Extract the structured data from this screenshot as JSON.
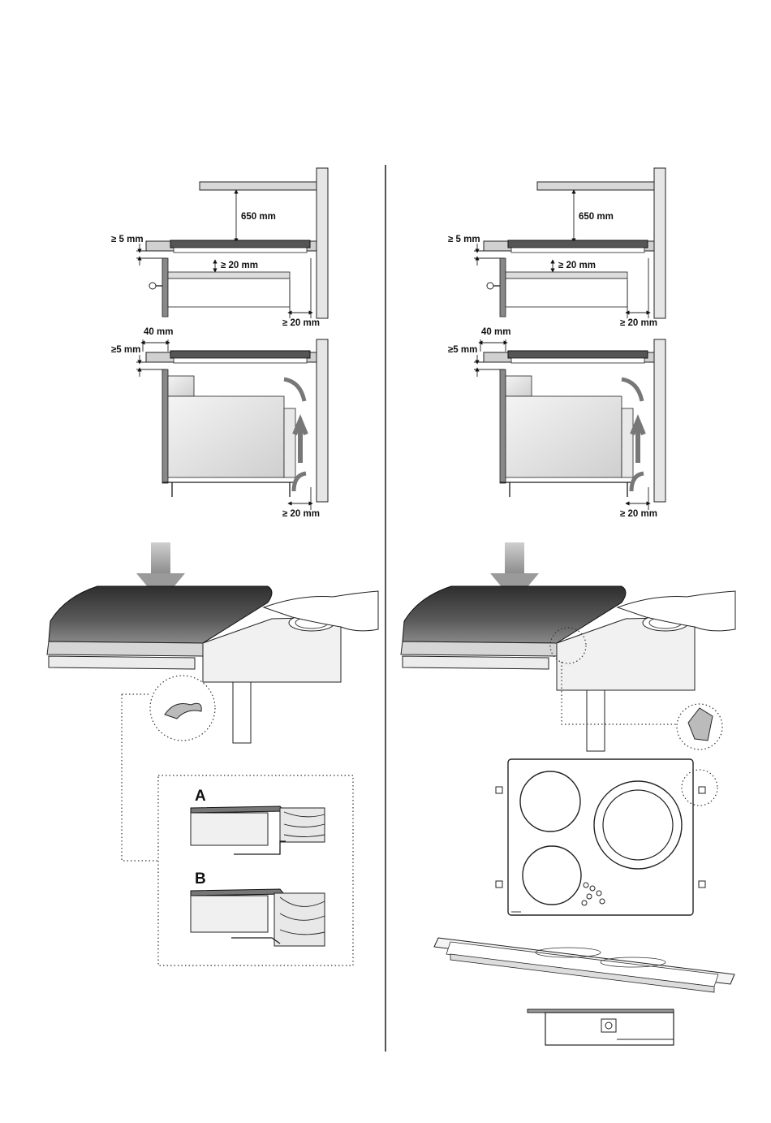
{
  "left": {
    "top_diagram": {
      "height_label": "650 mm",
      "gap_label": "≥ 5 mm",
      "oven_gap_label": "≥ 20 mm",
      "wall_gap_label": "≥ 20 mm"
    },
    "oven_diagram": {
      "front_label": "40 mm",
      "gap_label": "≥5 mm",
      "wall_gap_label": "≥ 20 mm"
    },
    "detail": {
      "label_a": "A",
      "label_b": "B"
    }
  },
  "right": {
    "top_diagram": {
      "height_label": "650 mm",
      "gap_label": "≥ 5 mm",
      "oven_gap_label": "≥ 20 mm",
      "wall_gap_label": "≥ 20 mm"
    },
    "oven_diagram": {
      "front_label": "40 mm",
      "gap_label": "≥5 mm",
      "wall_gap_label": "≥ 20 mm"
    }
  },
  "colors": {
    "line": "#1a1a1a",
    "hob_top": "#4a4a4a",
    "panel": "#e0e0e0",
    "divider": "#555555"
  }
}
